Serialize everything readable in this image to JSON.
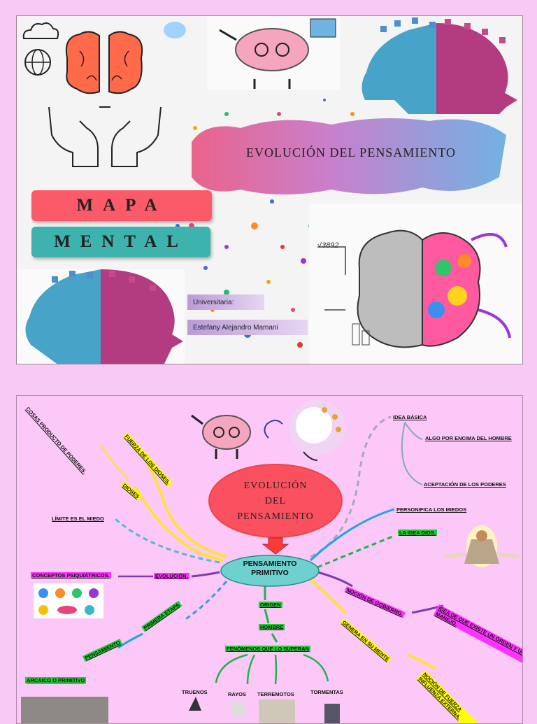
{
  "cover": {
    "title": "EVOLUCIÓN DEL PENSAMIENTO",
    "mapa": "MAPA",
    "mental": "MENTAL",
    "student_label": "Universitaria:",
    "student_name": "Estefany Alejandro Mamani",
    "formula": "√3892"
  },
  "mindmap": {
    "central_title_lines": [
      "EVOLUCIÓN",
      "DEL",
      "PENSAMIENTO"
    ],
    "center_node": [
      "PENSAMIENTO",
      "PRIMITIVO"
    ],
    "labels": {
      "idea_basica": "IDEA BÁSICA",
      "algo_encima": "ALGO POR ENCIMA DEL HOMBRE",
      "aceptacion": "ACEPTACIÓN DE LOS PODERES",
      "personifica": "PERSONIFICA LOS MIEDOS",
      "idea_dios": "LA IDEA DIOS.",
      "cosas_producto": "COSAS PRODUCTO DE PODERES.",
      "fuerza_dioses": "FUERZA DE LOS DIOSES.",
      "dioses": "DIOSES",
      "limite_miedo": "LÍMITE ES EL MIEDO",
      "conceptos": "CONCEPTOS PSIQUIÁTRICOS.",
      "evolucion": "EVOLUCIÓN.",
      "nocion_gobierno": "NOCIÓN DE GOBIERNO.",
      "idea_existe": "IDEA DE QUE EXISTE UN ORDEN Y UN MANEJO.",
      "origen": "ORIGEN",
      "hombre": "HOMBRE",
      "fenomenos": "FENÓMENOS QUE LO SUPERAN",
      "primera_etapa": "PRIMERA ETAPA",
      "pensamiento": "PENSAMIENTO",
      "arcaico": "ARCAICO O PRIMITIVO",
      "genera": "GENERA EN SU MENTE",
      "nocion_fuerza": "NOCIÓN DE FUERZA INFLUENZA EXTERNA.",
      "truenos": "TRUENOS",
      "rayos": "RAYOS",
      "terremotos": "TERREMOTOS",
      "tormentas": "TORMENTAS"
    }
  },
  "colors": {
    "page_bg": "#f8c9f4",
    "mapa_bg": "#fb5a68",
    "mental_bg": "#3eb3ad",
    "central_oval": "#fb5060",
    "center_node": "#6fd0d0",
    "yellow_hl": "#ffff00",
    "green_hl": "#22cc33",
    "magenta_hl": "#ff33ff"
  }
}
